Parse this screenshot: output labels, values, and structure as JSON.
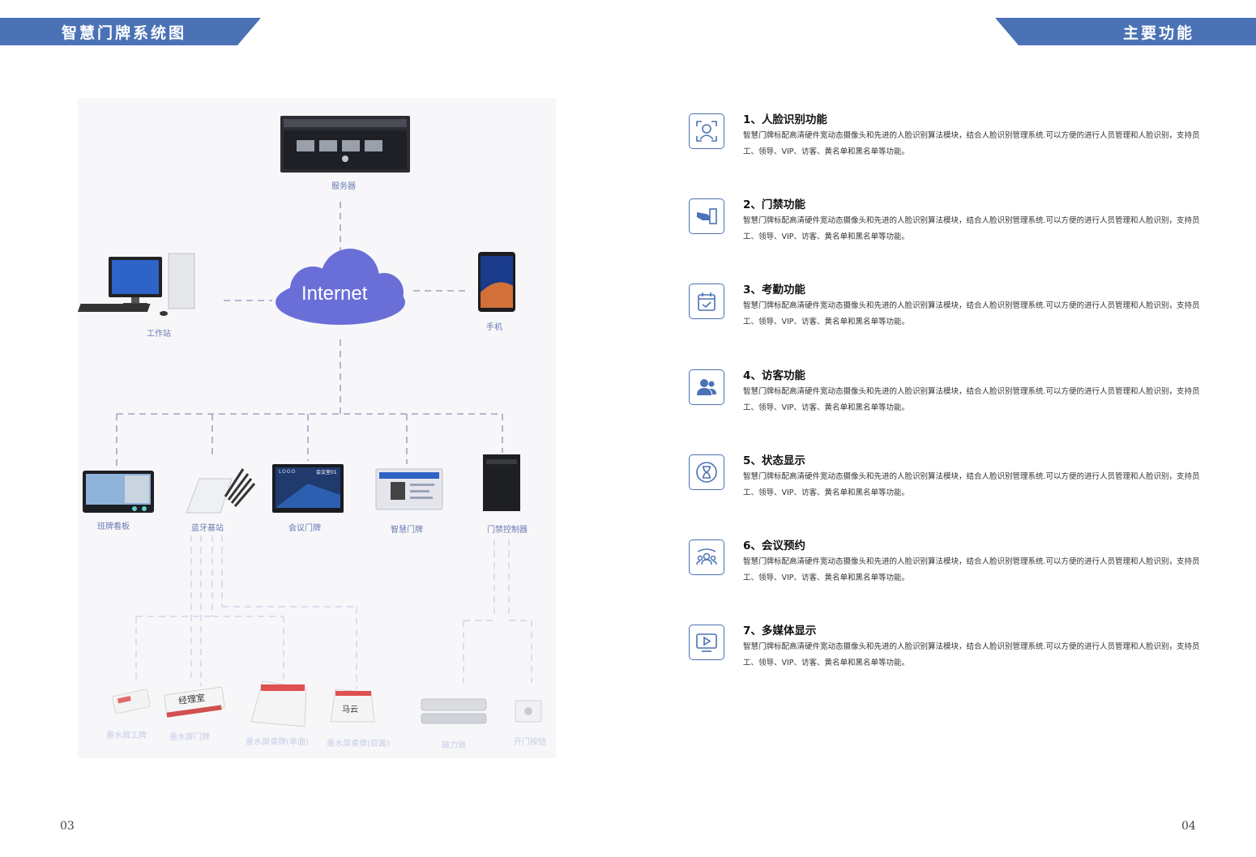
{
  "header": {
    "left_title": "智慧门牌系统图",
    "right_title": "主要功能"
  },
  "pages": {
    "left": "03",
    "right": "04"
  },
  "diagram": {
    "cloud_label": "Internet",
    "labels": {
      "server": "服务器",
      "workstation": "工作站",
      "phone": "手机",
      "signage": "班牌看板",
      "bluetooth": "蓝牙基站",
      "meeting": "会议门牌",
      "smart_door": "智慧门牌",
      "access_ctrl": "门禁控制器",
      "ink_label": "墨水屏工牌",
      "ink_door": "墨水屏门牌",
      "ink_desk_single": "墨水屏桌牌(单面)",
      "ink_desk_double": "墨水屏桌牌(双面)",
      "maglock": "磁力锁",
      "exit_button": "开门按钮"
    },
    "screen_texts": {
      "logo": "LOGO",
      "meeting_room": "会议室01",
      "ink_door_text": "经理室",
      "ink_desk_text": "马云"
    }
  },
  "features": [
    {
      "title": "1、人脸识别功能",
      "icon": "face-recognition-icon",
      "desc": "智慧门牌标配高清硬件宽动态摄像头和先进的人脸识别算法模块，结合人脸识别管理系统.可以方便的进行人员管理和人脸识别，支持员工、领导、VIP、访客、黄名单和黑名单等功能。"
    },
    {
      "title": "2、门禁功能",
      "icon": "card-swipe-icon",
      "desc": "智慧门牌标配高清硬件宽动态摄像头和先进的人脸识别算法模块，结合人脸识别管理系统.可以方便的进行人员管理和人脸识别，支持员工、领导、VIP、访客、黄名单和黑名单等功能。"
    },
    {
      "title": "3、考勤功能",
      "icon": "calendar-check-icon",
      "desc": "智慧门牌标配高清硬件宽动态摄像头和先进的人脸识别算法模块，结合人脸识别管理系统.可以方便的进行人员管理和人脸识别，支持员工、领导、VIP、访客、黄名单和黑名单等功能。"
    },
    {
      "title": "4、访客功能",
      "icon": "visitors-icon",
      "desc": "智慧门牌标配高清硬件宽动态摄像头和先进的人脸识别算法模块，结合人脸识别管理系统.可以方便的进行人员管理和人脸识别，支持员工、领导、VIP、访客、黄名单和黑名单等功能。"
    },
    {
      "title": "5、状态显示",
      "icon": "hourglass-icon",
      "desc": "智慧门牌标配高清硬件宽动态摄像头和先进的人脸识别算法模块，结合人脸识别管理系统.可以方便的进行人员管理和人脸识别，支持员工、领导、VIP、访客、黄名单和黑名单等功能。"
    },
    {
      "title": "6、会议预约",
      "icon": "meeting-icon",
      "desc": "智慧门牌标配高清硬件宽动态摄像头和先进的人脸识别算法模块，结合人脸识别管理系统.可以方便的进行人员管理和人脸识别，支持员工、领导、VIP、访客、黄名单和黑名单等功能。"
    },
    {
      "title": "7、多媒体显示",
      "icon": "monitor-play-icon",
      "desc": "智慧门牌标配高清硬件宽动态摄像头和先进的人脸识别算法模块，结合人脸识别管理系统.可以方便的进行人员管理和人脸识别，支持员工、领导、VIP、访客、黄名单和黑名单等功能。"
    }
  ],
  "colors": {
    "header_blue": "#4a72b5",
    "cloud_purple": "#6a6fd8",
    "line_gray": "#8c94b8"
  }
}
